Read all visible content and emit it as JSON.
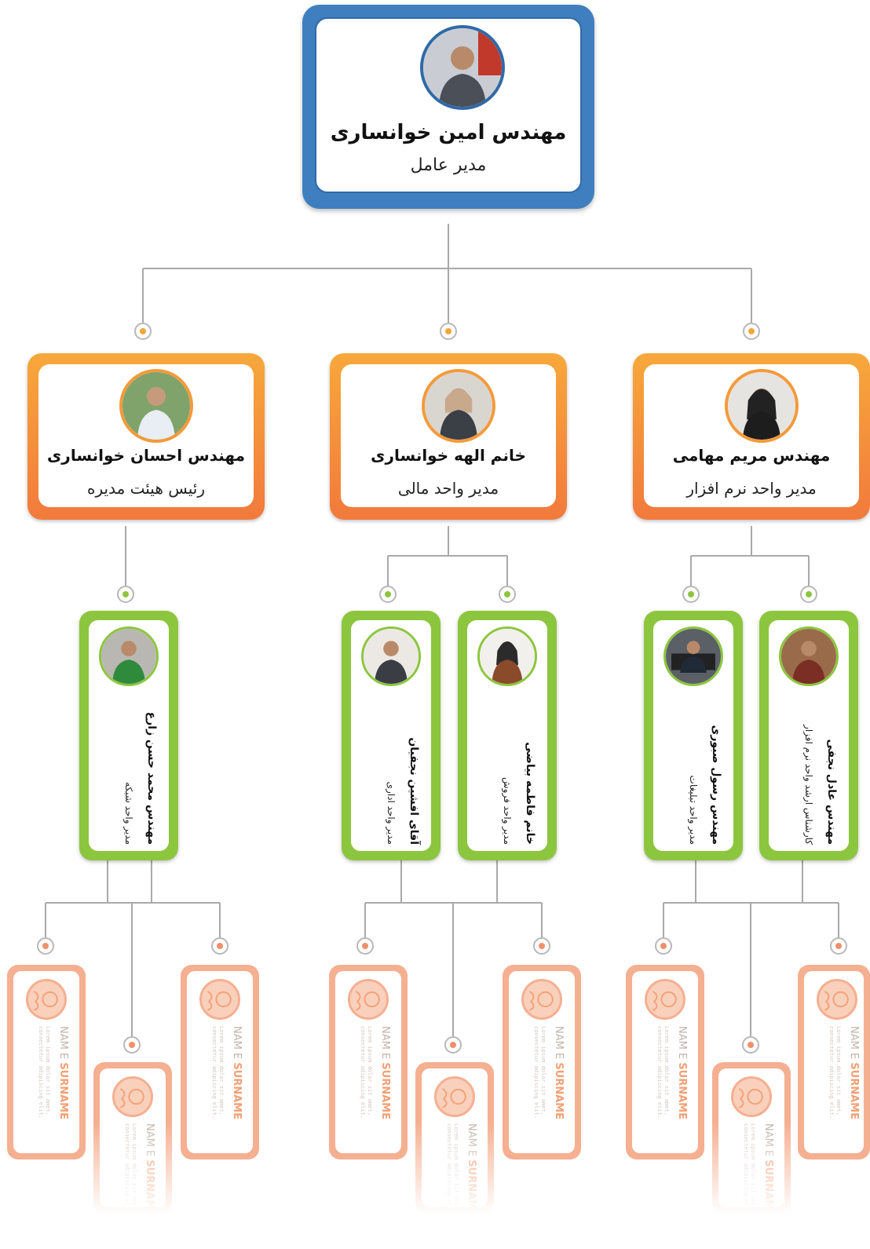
{
  "ceo": {
    "name": "مهندس امین خوانساری",
    "role": "مدیر عامل"
  },
  "managers": [
    {
      "name": "مهندس احسان خوانساری",
      "role": "رئیس هیئت مدیره"
    },
    {
      "name": "خانم الهه خوانساری",
      "role": "مدیر واحد مالی"
    },
    {
      "name": "مهندس مریم مهامی",
      "role": "مدیر واحد نرم افزار"
    }
  ],
  "employees": [
    {
      "name": "مهندس محمد حسن زارع",
      "role": "مدیر واحد شبکه"
    },
    {
      "name": "آقای افشین نجفیان",
      "role": "مدیر واحد اداری"
    },
    {
      "name": "خانم فاطمه بیاضی",
      "role": "مدیر واحد فروش"
    },
    {
      "name": "مهندس رسول صبوری",
      "role": "مدیر واحد تبلیغات"
    },
    {
      "name": "مهندس عادل نجفی",
      "role": "کارشناس ارشد واحد نرم افزار"
    }
  ],
  "placeholder": {
    "name_prefix": "NAM E ",
    "name_suffix": "SURNAME",
    "desc": "Lorem ipsum dolor sit amet, consectetur adipiscing elit."
  },
  "colors": {
    "ceo": "#3f7fbf",
    "manager": "#f5a63a",
    "employee": "#8cc63e",
    "placeholder": "#f4a27e"
  },
  "icons": [
    "person-avatar-icon",
    "placeholder-avatar-icon",
    "connector-dot-icon"
  ]
}
